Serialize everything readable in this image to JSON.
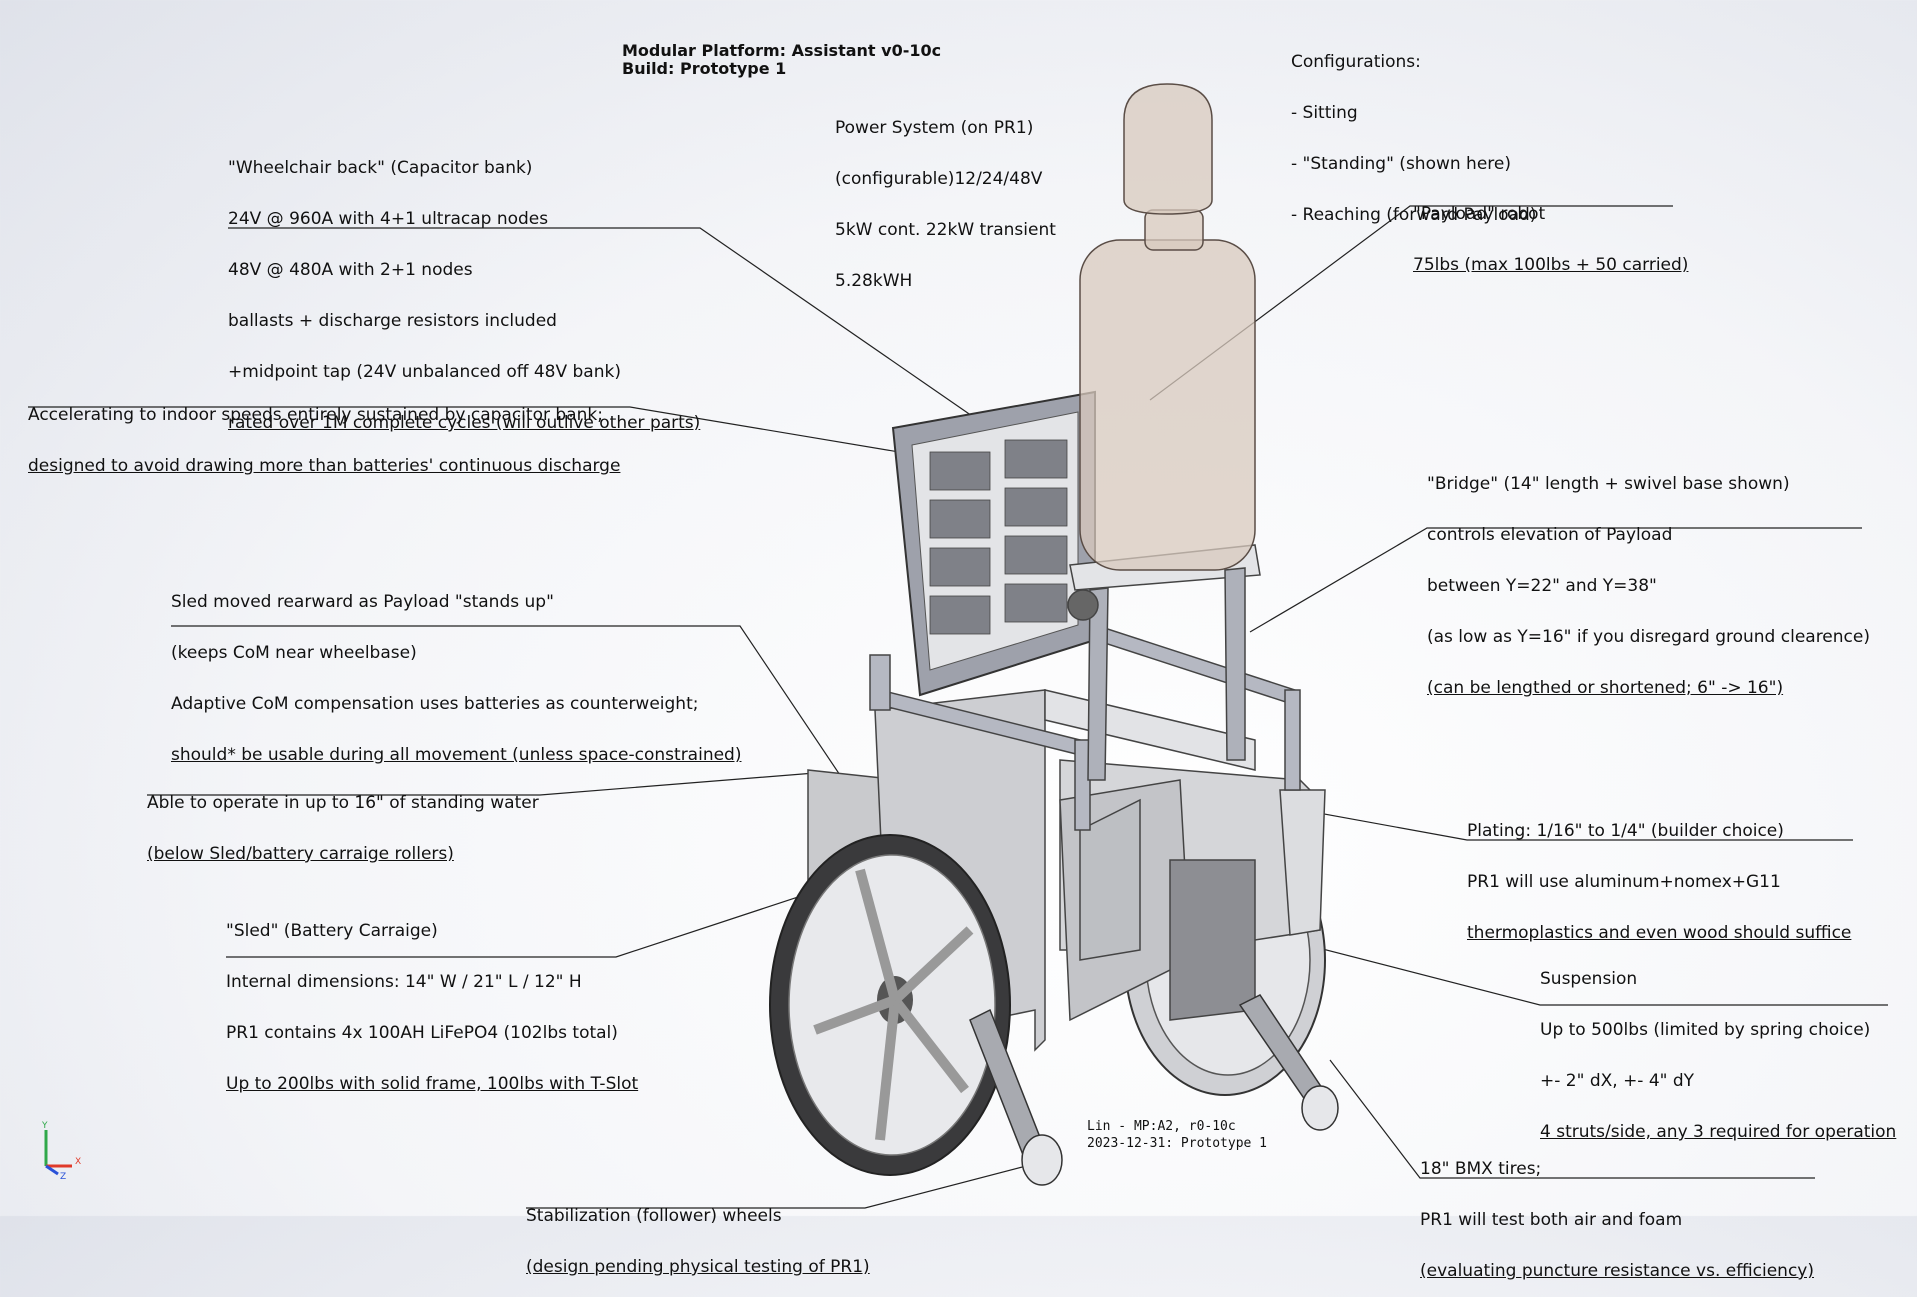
{
  "title": {
    "line1": "Modular Platform: Assistant v0-10c",
    "line2": "Build: Prototype 1"
  },
  "configurations": [
    "Configurations:",
    "- Sitting",
    "- \"Standing\" (shown here)",
    "- Reaching (forward Payload)"
  ],
  "power_system": [
    "Power System (on PR1)",
    "(configurable)12/24/48V",
    "5kW cont. 22kW transient",
    "5.28kWH"
  ],
  "wheelchair_back": [
    "\"Wheelchair back\" (Capacitor bank)",
    "24V @ 960A with 4+1 ultracap nodes",
    "48V @ 480A with 2+1 nodes",
    "ballasts + discharge resistors included",
    "+midpoint tap (24V unbalanced off 48V bank)",
    "rated over 1M complete cycles (will outlive other parts)"
  ],
  "payload_robot": [
    "\"Payload\" robot",
    "75lbs (max 100lbs + 50 carried)"
  ],
  "accelerating": [
    "Accelerating to indoor speeds entirely sustained by capacitor bank;",
    "designed to avoid drawing more than batteries' continuous discharge"
  ],
  "bridge": [
    "\"Bridge\" (14\" length + swivel base shown)",
    "controls elevation of Payload",
    "between Y=22\" and Y=38\"",
    "(as low as Y=16\" if you disregard ground clearence)",
    "(can be lengthed or shortened; 6\" -> 16\")"
  ],
  "sled_moved": [
    "Sled moved rearward as Payload \"stands up\"",
    "(keeps CoM near wheelbase)",
    "Adaptive CoM compensation uses batteries as counterweight;",
    "should* be usable during all movement (unless space-constrained)"
  ],
  "standing_water": [
    "Able to operate in up to 16\" of standing water",
    "(below Sled/battery carraige rollers)"
  ],
  "plating": [
    "Plating: 1/16\" to 1/4\" (builder choice)",
    "PR1 will use aluminum+nomex+G11",
    "thermoplastics and even wood should suffice"
  ],
  "sled": [
    "\"Sled\" (Battery Carraige)",
    "Internal dimensions: 14\" W / 21\" L / 12\" H",
    "PR1 contains 4x 100AH LiFePO4 (102lbs total)",
    "Up to 200lbs with solid frame, 100lbs with T-Slot"
  ],
  "suspension": [
    "Suspension",
    "Up to 500lbs (limited by spring choice)",
    "+- 2\" dX, +- 4\" dY",
    "4 struts/side, any 3 required for operation"
  ],
  "tires": [
    "18\" BMX tires;",
    "PR1 will test both air and foam",
    "(evaluating puncture resistance vs. efficiency)"
  ],
  "stabilization": [
    "Stabilization (follower) wheels",
    "(design pending physical testing of PR1)"
  ],
  "stamp": {
    "line1": "Lin - MP:A2, r0-10c",
    "line2": "2023-12-31: Prototype 1"
  },
  "triad": {
    "y": "Y",
    "x": "X",
    "z": "Z"
  },
  "colors": {
    "leader": "#222222",
    "metal_light": "#d9dadd",
    "metal_mid": "#b8babf",
    "metal_dark": "#8a8c91",
    "payload_fill": "#d8c9bd",
    "tire": "#3a3a3c",
    "triad_x": "#e03a2a",
    "triad_y": "#2fa84a",
    "triad_z": "#2a52d8"
  }
}
